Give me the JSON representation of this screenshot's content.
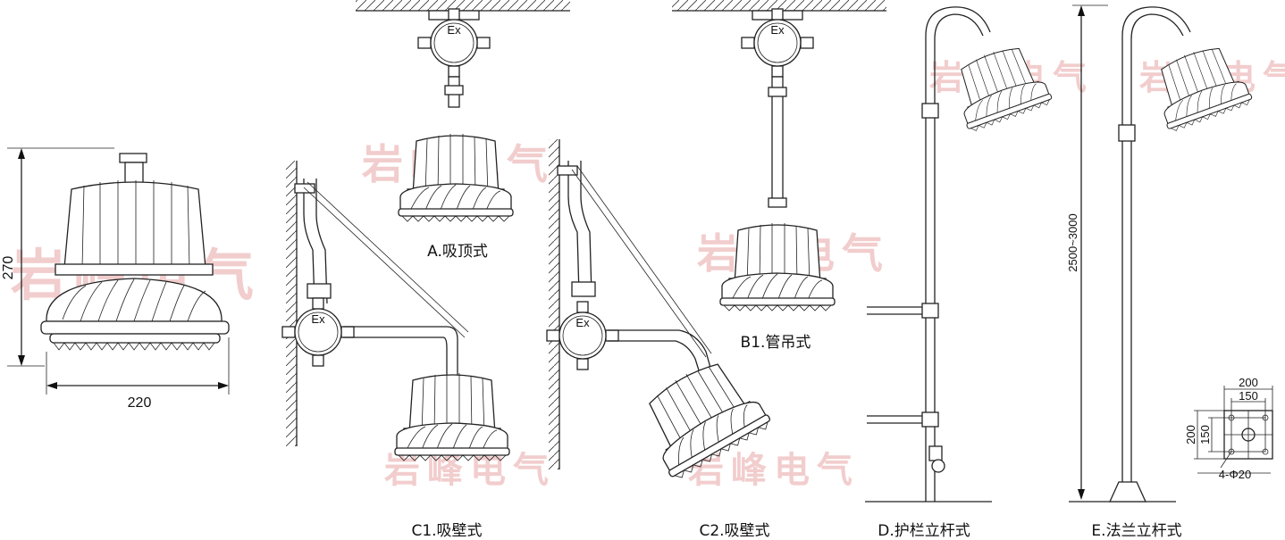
{
  "dimensions": {
    "height": "270",
    "width": "220",
    "pole_height": "2500~3000",
    "flange_outer_top": "200",
    "flange_inner_top": "150",
    "flange_outer_side": "200",
    "flange_inner_side": "150",
    "flange_holes": "4-Φ20"
  },
  "labels": {
    "a": "A.吸顶式",
    "b1": "B1.管吊式",
    "c1": "C1.吸壁式",
    "c2": "C2.吸壁式",
    "d": "D.护栏立杆式",
    "e": "E.法兰立杆式"
  },
  "junction_box_text": "Ex",
  "watermark": "岩峰电气",
  "colors": {
    "watermark": "#e9a6a6",
    "line": "#222222"
  }
}
